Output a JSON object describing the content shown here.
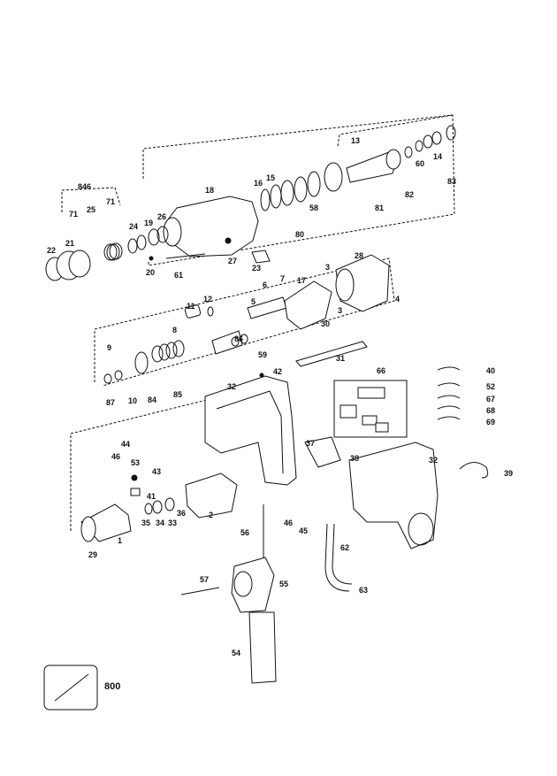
{
  "labels": {
    "l1": "1",
    "l2": "2",
    "l3a": "3",
    "l3b": "3",
    "l4": "4",
    "l5": "5",
    "l6": "6",
    "l7": "7",
    "l8": "8",
    "l9": "9",
    "l10": "10",
    "l11": "11",
    "l12": "12",
    "l13": "13",
    "l14": "14",
    "l15": "15",
    "l16": "16",
    "l17": "17",
    "l18": "18",
    "l19": "19",
    "l20": "20",
    "l21": "21",
    "l22": "22",
    "l23": "23",
    "l24": "24",
    "l25": "25",
    "l26": "26",
    "l27": "27",
    "l28": "28",
    "l29": "29",
    "l30": "30",
    "l31": "31",
    "l32a": "32",
    "l32b": "32",
    "l33": "33",
    "l34": "34",
    "l35": "35",
    "l36": "36",
    "l37": "37",
    "l38": "38",
    "l39": "39",
    "l40": "40",
    "l41": "41",
    "l42": "42",
    "l43": "43",
    "l44": "44",
    "l45": "45",
    "l46a": "46",
    "l46b": "46",
    "l52": "52",
    "l53": "53",
    "l54": "54",
    "l55": "55",
    "l56": "56",
    "l57": "57",
    "l58": "58",
    "l59": "59",
    "l60": "60",
    "l61": "61",
    "l62": "62",
    "l63": "63",
    "l66": "66",
    "l67": "67",
    "l68": "68",
    "l69": "69",
    "l71a": "71",
    "l71b": "71",
    "l80": "80",
    "l81": "81",
    "l82": "82",
    "l83": "83",
    "l84": "84",
    "l85": "85",
    "l86": "86",
    "l87": "87",
    "l800": "800",
    "l846": "846"
  }
}
